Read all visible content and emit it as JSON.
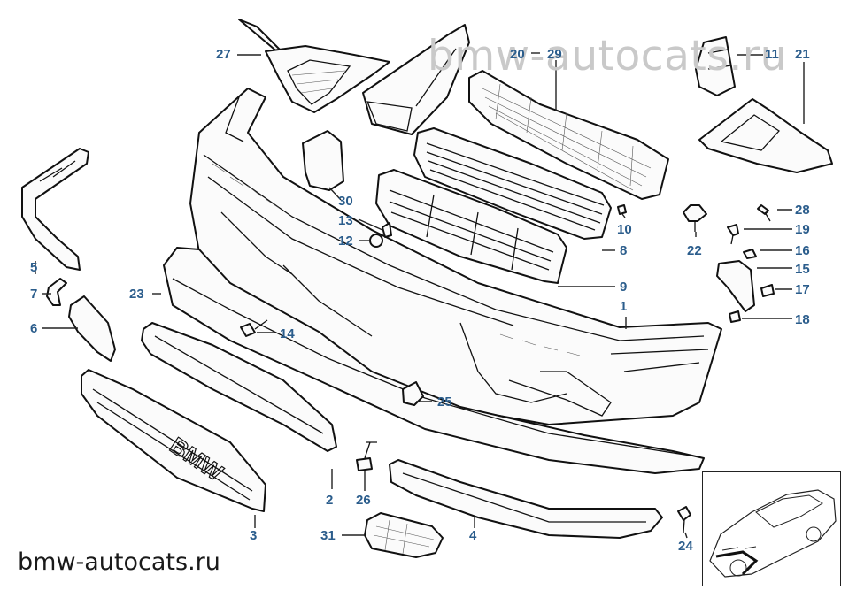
{
  "watermark_top": "bmw-autocats.ru",
  "watermark_bottom": "bmw-autocats.ru",
  "callouts": {
    "n1": "1",
    "n2": "2",
    "n3": "3",
    "n4": "4",
    "n5": "5",
    "n6": "6",
    "n7": "7",
    "n8": "8",
    "n9": "9",
    "n10": "10",
    "n11": "11",
    "n12": "12",
    "n13": "13",
    "n14": "14",
    "n15": "15",
    "n16": "16",
    "n17": "17",
    "n18": "18",
    "n19": "19",
    "n20": "20",
    "n21": "21",
    "n22": "22",
    "n23": "23",
    "n24": "24",
    "n25": "25",
    "n26": "26",
    "n27": "27",
    "n28": "28",
    "n29": "29",
    "n30": "30",
    "n31": "31"
  },
  "colors": {
    "callout": "#2b5d8c",
    "line": "#111111",
    "watermark": "#c9c9c9"
  },
  "emblem_text": "BMW"
}
